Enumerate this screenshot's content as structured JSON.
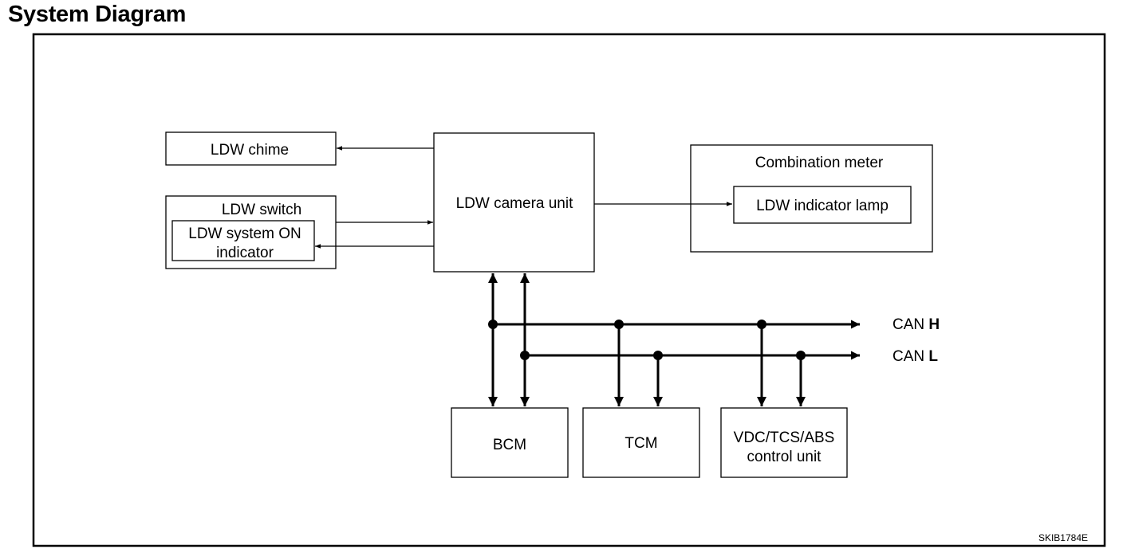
{
  "title": "System Diagram",
  "figure_code": "SKIB1784E",
  "nodes": {
    "ldw_chime": "LDW chime",
    "ldw_switch": "LDW switch",
    "ldw_system_on_indicator": [
      "LDW system ON",
      "indicator"
    ],
    "ldw_camera_unit": "LDW camera unit",
    "combination_meter": "Combination meter",
    "ldw_indicator_lamp": "LDW indicator lamp",
    "bcm": "BCM",
    "tcm": "TCM",
    "vdc_tcs_abs": [
      "VDC/TCS/ABS",
      "control unit"
    ]
  },
  "bus": {
    "can_h": {
      "prefix": "CAN ",
      "suffix": "H"
    },
    "can_l": {
      "prefix": "CAN ",
      "suffix": "L"
    }
  },
  "edges": [
    {
      "from": "ldw_camera_unit",
      "to": "ldw_chime"
    },
    {
      "from": "ldw_switch",
      "to": "ldw_camera_unit"
    },
    {
      "from": "ldw_camera_unit",
      "to": "ldw_system_on_indicator"
    },
    {
      "from": "ldw_camera_unit",
      "to": "ldw_indicator_lamp"
    },
    {
      "from": "ldw_camera_unit",
      "to": "bcm",
      "bidirectional": true,
      "bus": "can_h"
    },
    {
      "from": "ldw_camera_unit",
      "to": "bcm",
      "bidirectional": true,
      "bus": "can_l"
    },
    {
      "from": "can_h",
      "to": "tcm"
    },
    {
      "from": "can_l",
      "to": "tcm"
    },
    {
      "from": "can_h",
      "to": "vdc_tcs_abs"
    },
    {
      "from": "can_l",
      "to": "vdc_tcs_abs"
    }
  ]
}
